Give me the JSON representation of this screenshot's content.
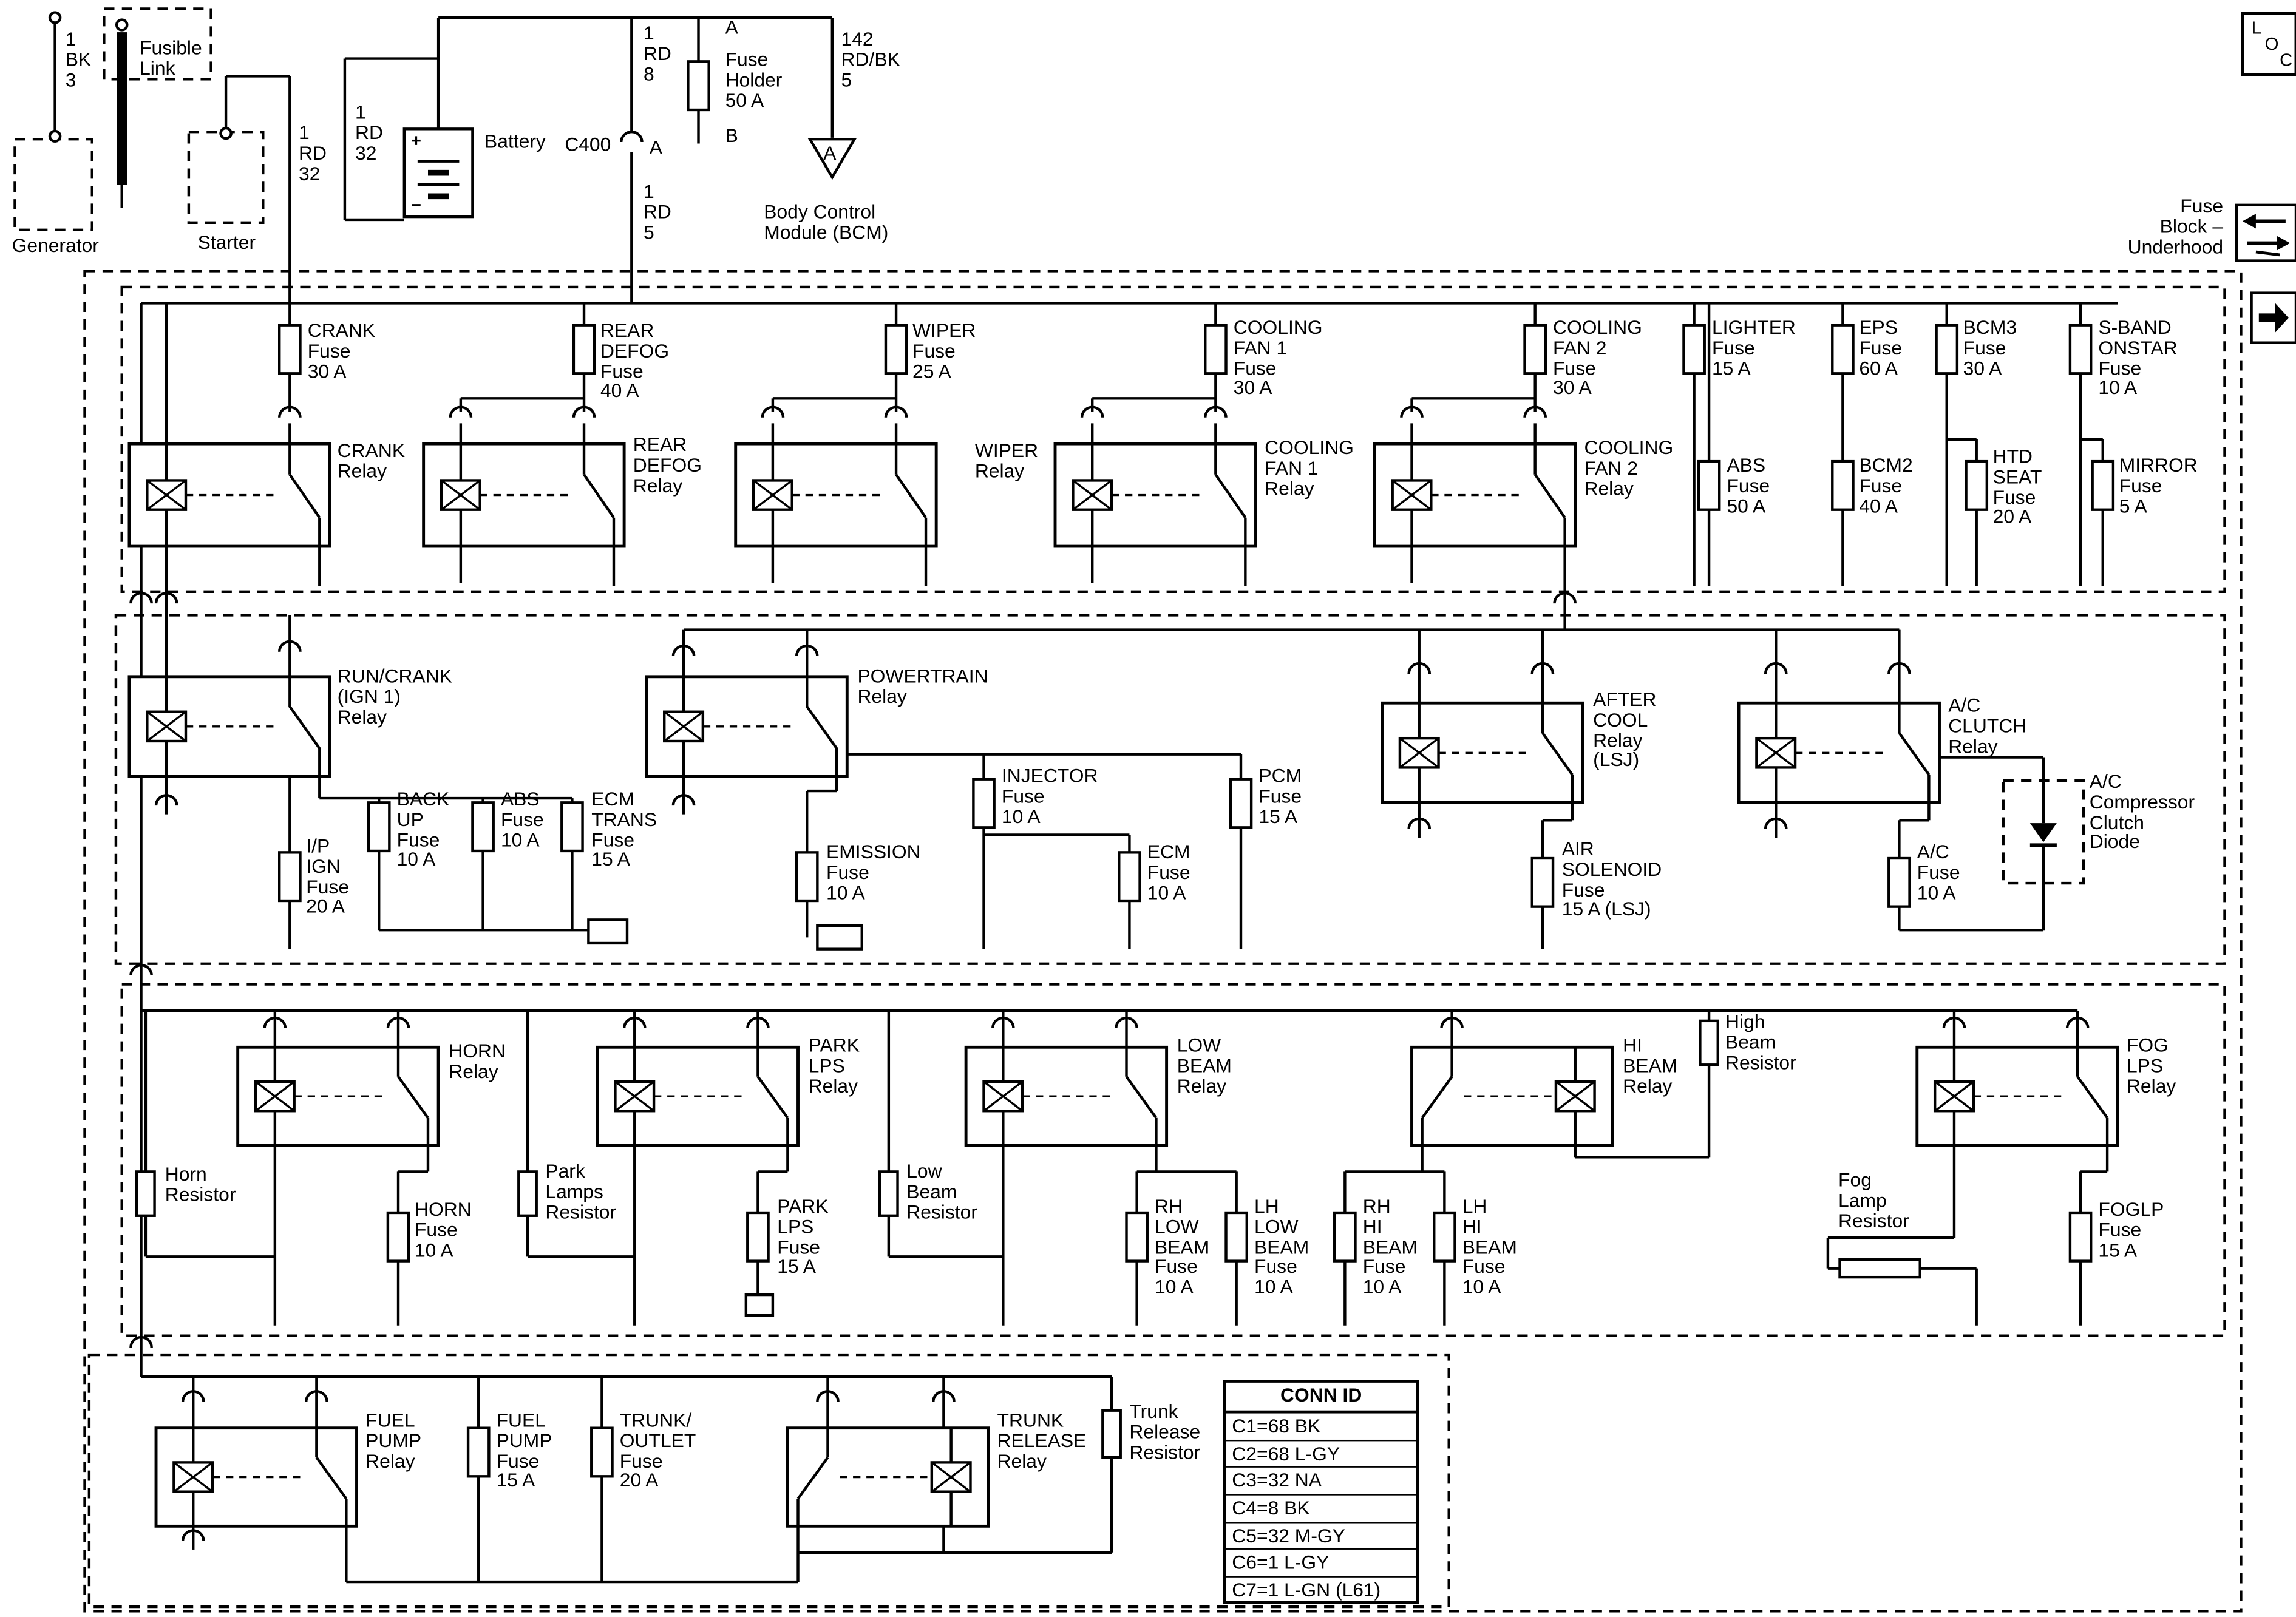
{
  "top": {
    "gen_wire": "1\nBK\n3",
    "generator": "Generator",
    "fusible_link": "Fusible\nLink",
    "starter": "Starter",
    "rd32_a": "1\nRD\n32",
    "rd32_b": "1\nRD\n32",
    "battery": "Battery",
    "c400": "C400",
    "c400_pin": "A",
    "rd8": "1\nRD\n8",
    "rd5": "1\nRD\n5",
    "fuse_holder_a": "A",
    "fuse_holder": "Fuse\nHolder\n50 A",
    "fuse_holder_b": "B",
    "wire_142": "142\nRD/BK\n5",
    "bcm_connector": "A",
    "bcm": "Body Control\nModule (BCM)",
    "block_title": "Fuse\nBlock –\nUnderhood",
    "loc": {
      "l": "L",
      "o": "O",
      "c": "C"
    }
  },
  "row1": {
    "fuses": [
      {
        "label": "CRANK\nFuse\n30 A"
      },
      {
        "label": "REAR\nDEFOG\nFuse\n40 A"
      },
      {
        "label": "WIPER\nFuse\n25 A"
      },
      {
        "label": "COOLING\nFAN 1\nFuse\n30 A"
      },
      {
        "label": "COOLING\nFAN 2\nFuse\n30 A"
      },
      {
        "label": "LIGHTER\nFuse\n15 A"
      },
      {
        "label": "EPS\nFuse\n60 A"
      },
      {
        "label": "BCM3\nFuse\n30 A"
      },
      {
        "label": "S-BAND\nONSTAR\nFuse\n10 A"
      },
      {
        "label": "ABS\nFuse\n50 A"
      },
      {
        "label": "BCM2\nFuse\n40 A"
      },
      {
        "label": "HTD\nSEAT\nFuse\n20 A"
      },
      {
        "label": "MIRROR\nFuse\n5 A"
      }
    ],
    "relays": [
      {
        "label": "CRANK\nRelay"
      },
      {
        "label": "REAR\nDEFOG\nRelay"
      },
      {
        "label": "WIPER\nRelay"
      },
      {
        "label": "COOLING\nFAN 1\nRelay"
      },
      {
        "label": "COOLING\nFAN 2\nRelay"
      }
    ]
  },
  "row2": {
    "relays": [
      {
        "label": "RUN/CRANK\n(IGN 1)\nRelay"
      },
      {
        "label": "POWERTRAIN\nRelay"
      },
      {
        "label": "AFTER\nCOOL\nRelay\n(LSJ)"
      },
      {
        "label": "A/C\nCLUTCH\nRelay"
      }
    ],
    "fuses": [
      {
        "label": "I/P\nIGN\nFuse\n20 A"
      },
      {
        "label": "BACK\nUP\nFuse\n10 A"
      },
      {
        "label": "ABS\nFuse\n10 A"
      },
      {
        "label": "ECM\nTRANS\nFuse\n15 A"
      },
      {
        "label": "EMISSION\nFuse\n10 A"
      },
      {
        "label": "INJECTOR\nFuse\n10 A"
      },
      {
        "label": "PCM\nFuse\n15 A"
      },
      {
        "label": "ECM\nFuse\n10 A"
      },
      {
        "label": "AIR\nSOLENOID\nFuse\n15 A (LSJ)"
      },
      {
        "label": "A/C\nFuse\n10 A"
      }
    ],
    "diode": "A/C\nCompressor\nClutch\nDiode"
  },
  "row3": {
    "relays": [
      {
        "label": "HORN\nRelay"
      },
      {
        "label": "PARK\nLPS\nRelay"
      },
      {
        "label": "LOW\nBEAM\nRelay"
      },
      {
        "label": "HI\nBEAM\nRelay"
      },
      {
        "label": "FOG\nLPS\nRelay"
      }
    ],
    "resistors": [
      {
        "label": "Horn\nResistor"
      },
      {
        "label": "Park\nLamps\nResistor"
      },
      {
        "label": "Low\nBeam\nResistor"
      },
      {
        "label": "High\nBeam\nResistor"
      },
      {
        "label": "Fog\nLamp\nResistor"
      }
    ],
    "fuses": [
      {
        "label": "HORN\nFuse\n10 A"
      },
      {
        "label": "PARK\nLPS\nFuse\n15 A"
      },
      {
        "label": "RH\nLOW\nBEAM\nFuse\n10 A"
      },
      {
        "label": "LH\nLOW\nBEAM\nFuse\n10 A"
      },
      {
        "label": "RH\nHI\nBEAM\nFuse\n10 A"
      },
      {
        "label": "LH\nHI\nBEAM\nFuse\n10 A"
      },
      {
        "label": "FOGLP\nFuse\n15 A"
      }
    ]
  },
  "row4": {
    "relays": [
      {
        "label": "FUEL\nPUMP\nRelay"
      },
      {
        "label": "TRUNK\nRELEASE\nRelay"
      }
    ],
    "fuses": [
      {
        "label": "FUEL\nPUMP\nFuse\n15 A"
      },
      {
        "label": "TRUNK/\nOUTLET\nFuse\n20 A"
      }
    ],
    "resistor": "Trunk\nRelease\nResistor"
  },
  "conn_id": {
    "title": "CONN ID",
    "rows": [
      "C1=68 BK",
      "C2=68 L-GY",
      "C3=32 NA",
      "C4=8 BK",
      "C5=32 M-GY",
      "C6=1 L-GY",
      "C7=1 L-GN (L61)"
    ]
  }
}
